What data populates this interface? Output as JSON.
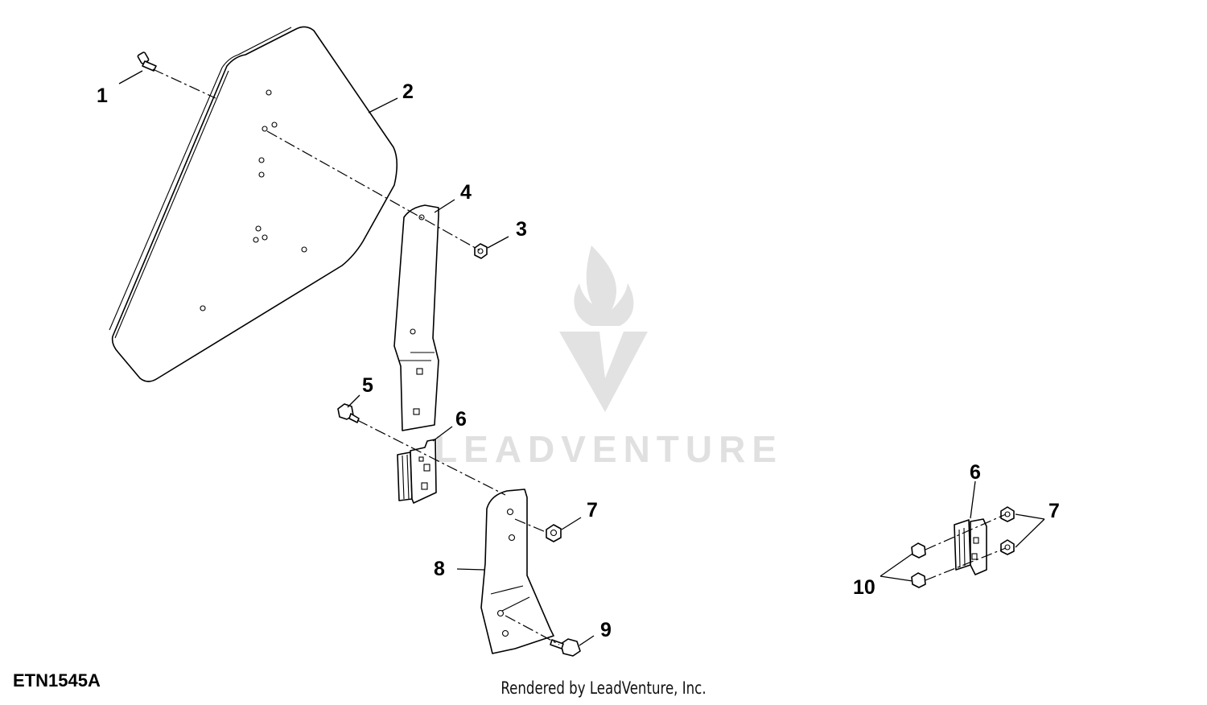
{
  "diagram": {
    "figure_id": "ETN1545A",
    "credit": "Rendered by LeadVenture, Inc.",
    "watermark": "LEADVENTURE",
    "callouts": {
      "c1": "1",
      "c2": "2",
      "c3": "3",
      "c4": "4",
      "c5": "5",
      "c6a": "6",
      "c7a": "7",
      "c8": "8",
      "c9": "9",
      "c6b": "6",
      "c7b": "7",
      "c10": "10"
    }
  }
}
